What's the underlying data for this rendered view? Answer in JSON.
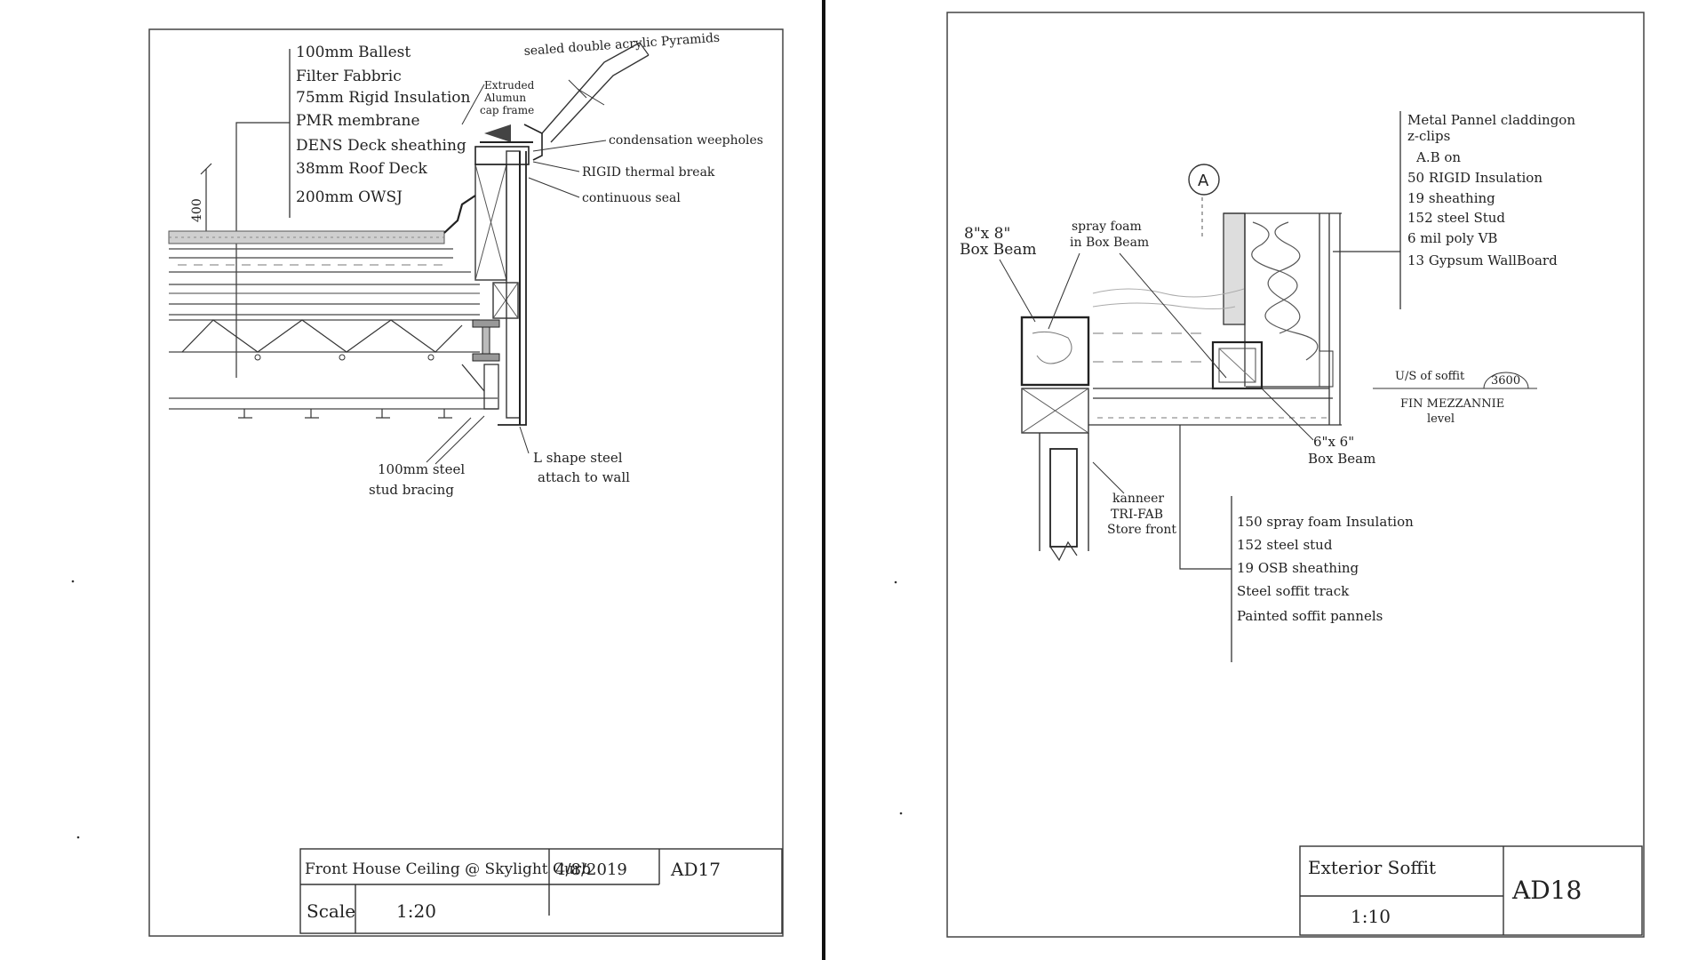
{
  "left_sheet": {
    "layers_note": [
      "100mm Ballest",
      "Filter Fabbric",
      "75mm Rigid Insulation",
      "PMR membrane",
      "DENS Deck sheathing",
      "38mm Roof Deck",
      "200mm OWSJ"
    ],
    "dimension": "400",
    "labels": {
      "pyramids": "sealed double acrylic Pyramids",
      "cap_frame": [
        "Extruded",
        "Alumun",
        "cap frame"
      ],
      "weepholes": "condensation weepholes",
      "thermal_break": "RIGID thermal break",
      "seal": "continuous seal",
      "bracing": [
        "100mm steel",
        "stud bracing"
      ],
      "l_shape": [
        "L shape steel",
        "attach to wall"
      ]
    },
    "title_block": {
      "title": "Front House Ceiling @ Skylight Curb",
      "date": "4/8/2019",
      "sheet_no": "AD17",
      "scale_label": "Scale",
      "scale": "1:20"
    }
  },
  "right_sheet": {
    "section_marker": "A",
    "wall_note": [
      "Metal Pannel claddingon",
      "z-clips",
      "A.B on",
      "50 RIGID Insulation",
      "19 sheathing",
      "152 steel Stud",
      "6 mil poly VB",
      "13 Gypsum WallBoard"
    ],
    "labels": {
      "box_beam_8": [
        "8\"x 8\"",
        "Box Beam"
      ],
      "spray_foam": [
        "spray foam",
        "in Box Beam"
      ],
      "box_beam_6": [
        "6\"x 6\"",
        "Box Beam"
      ],
      "uis_soffit": "U/S of soffit",
      "soffit_height": "3600",
      "mezzanine": [
        "FIN MEZZANNIE",
        "level"
      ],
      "storefront": [
        "kanneer",
        "TRI-FAB",
        "Store front"
      ]
    },
    "soffit_note": [
      "150 spray foam Insulation",
      "152 steel stud",
      "19 OSB sheathing",
      "Steel soffit track",
      "Painted soffit pannels"
    ],
    "title_block": {
      "title": "Exterior Soffit",
      "scale": "1:10",
      "sheet_no": "AD18"
    }
  }
}
